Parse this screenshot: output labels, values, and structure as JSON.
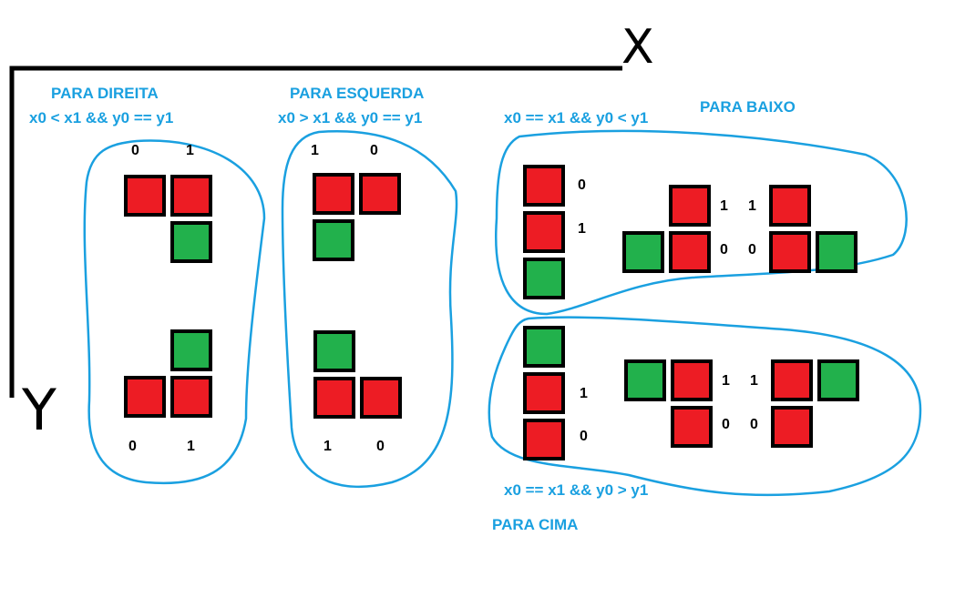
{
  "axes": {
    "x_label": "X",
    "y_label": "Y"
  },
  "groups": {
    "direita": {
      "title": "PARA DIREITA",
      "condition": "x0 < x1 && y0 == y1"
    },
    "esquerda": {
      "title": "PARA ESQUERDA",
      "condition": "x0 > x1 && y0 == y1"
    },
    "baixo": {
      "title": "PARA BAIXO",
      "condition": "x0 == x1 && y0 < y1"
    },
    "cima": {
      "title": "PARA CIMA",
      "condition": "x0 == x1 && y0 > y1"
    }
  },
  "indices": {
    "zero": "0",
    "one": "1"
  },
  "colors": {
    "outline": "#1aa0e0",
    "block_red": "#ed1c24",
    "block_green": "#22b14c",
    "block_border": "#000000"
  }
}
